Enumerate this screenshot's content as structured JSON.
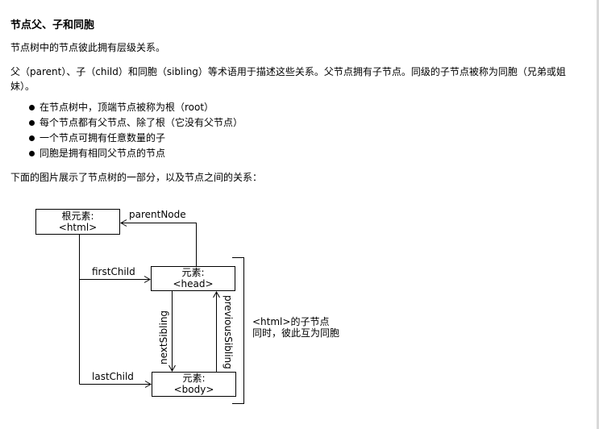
{
  "title": "节点父、子和同胞",
  "paragraphs": [
    "节点树中的节点彼此拥有层级关系。",
    "父（parent）、子（child）和同胞（sibling）等术语用于描述这些关系。父节点拥有子节点。同级的子节点被称为同胞（兄弟或姐妹）。",
    "下面的图片展示了节点树的一部分，以及节点之间的关系："
  ],
  "bullets": [
    "在节点树中，顶端节点被称为根（root）",
    "每个节点都有父节点、除了根（它没有父节点）",
    "一个节点可拥有任意数量的子",
    "同胞是拥有相同父节点的节点"
  ],
  "diagram": {
    "root_box": {
      "line1": "根元素:",
      "line2": "<html>"
    },
    "head_box": {
      "line1": "元素:",
      "line2": "<head>"
    },
    "body_box": {
      "line1": "元素:",
      "line2": "<body>"
    },
    "labels": {
      "parentNode": "parentNode",
      "firstChild": "firstChild",
      "lastChild": "lastChild",
      "nextSibling": "nextSibling",
      "previousSibling": "previousSibling"
    },
    "note": {
      "line1": "<html>的子节点",
      "line2": "同时，彼此互为同胞"
    }
  }
}
